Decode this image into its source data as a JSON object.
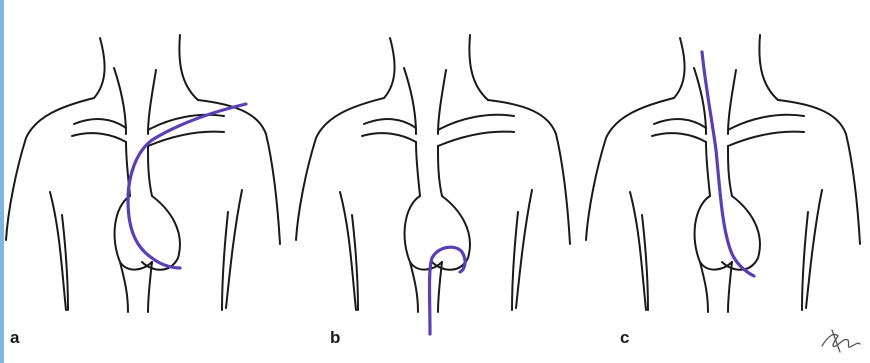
{
  "panels": [
    {
      "label": "a"
    },
    {
      "label": "b"
    },
    {
      "label": "c"
    }
  ],
  "colors": {
    "outline": "#1a1a1a",
    "catheter": "#5a3fb5",
    "left_rule": "#7fb6e0"
  },
  "icons": {
    "signature": "artist-signature-icon"
  }
}
